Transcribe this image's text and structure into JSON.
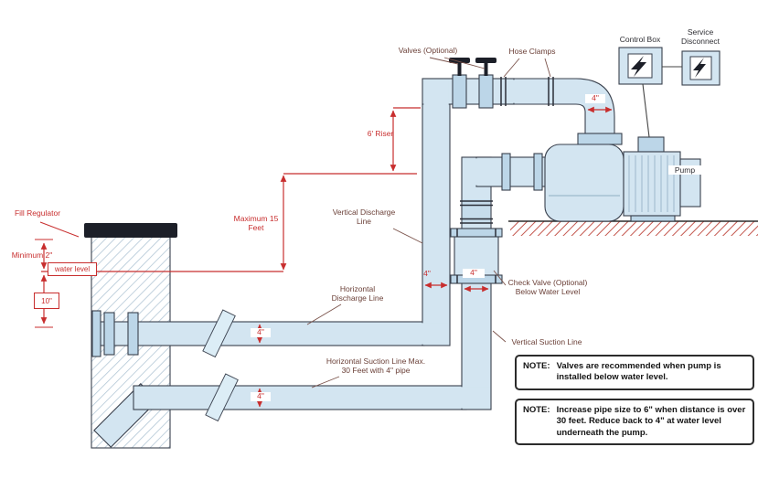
{
  "labels": {
    "fill_regulator": "Fill Regulator",
    "minimum": "Minimum 2\"",
    "water_level": "water level",
    "depth": "10\"",
    "maximum_feet": "Maximum 15 Feet",
    "riser": "6' Riser",
    "valves_optional": "Valves (Optional)",
    "hose_clamps": "Hose Clamps",
    "control_box": "Control Box",
    "service_disconnect": "Service Disconnect",
    "pump": "Pump",
    "vertical_discharge_line": "Vertical Discharge Line",
    "horizontal_discharge_line": "Horizontal Discharge Line",
    "check_valve": "Check Valve (Optional) Below Water Level",
    "vertical_suction_line": "Vertical Suction Line",
    "horizontal_suction_line": "Horizontal Suction Line Max. 30 Feet with 4\" pipe",
    "pipe_4in": "4\""
  },
  "notes": [
    {
      "prefix": "NOTE:",
      "text": "Valves are recommended when pump is installed below water level."
    },
    {
      "prefix": "NOTE:",
      "text": "Increase pipe size to 6\" when distance is over 30 feet. Reduce back to 4\" at water level underneath the pump."
    }
  ],
  "colors": {
    "pipe_fill": "#d3e5f1",
    "outline": "#39404d",
    "annotation_red": "#c82e2e",
    "label_maroon": "#6b4038",
    "ground_hatch": "#c4574e",
    "wall_cap": "#10131f"
  }
}
